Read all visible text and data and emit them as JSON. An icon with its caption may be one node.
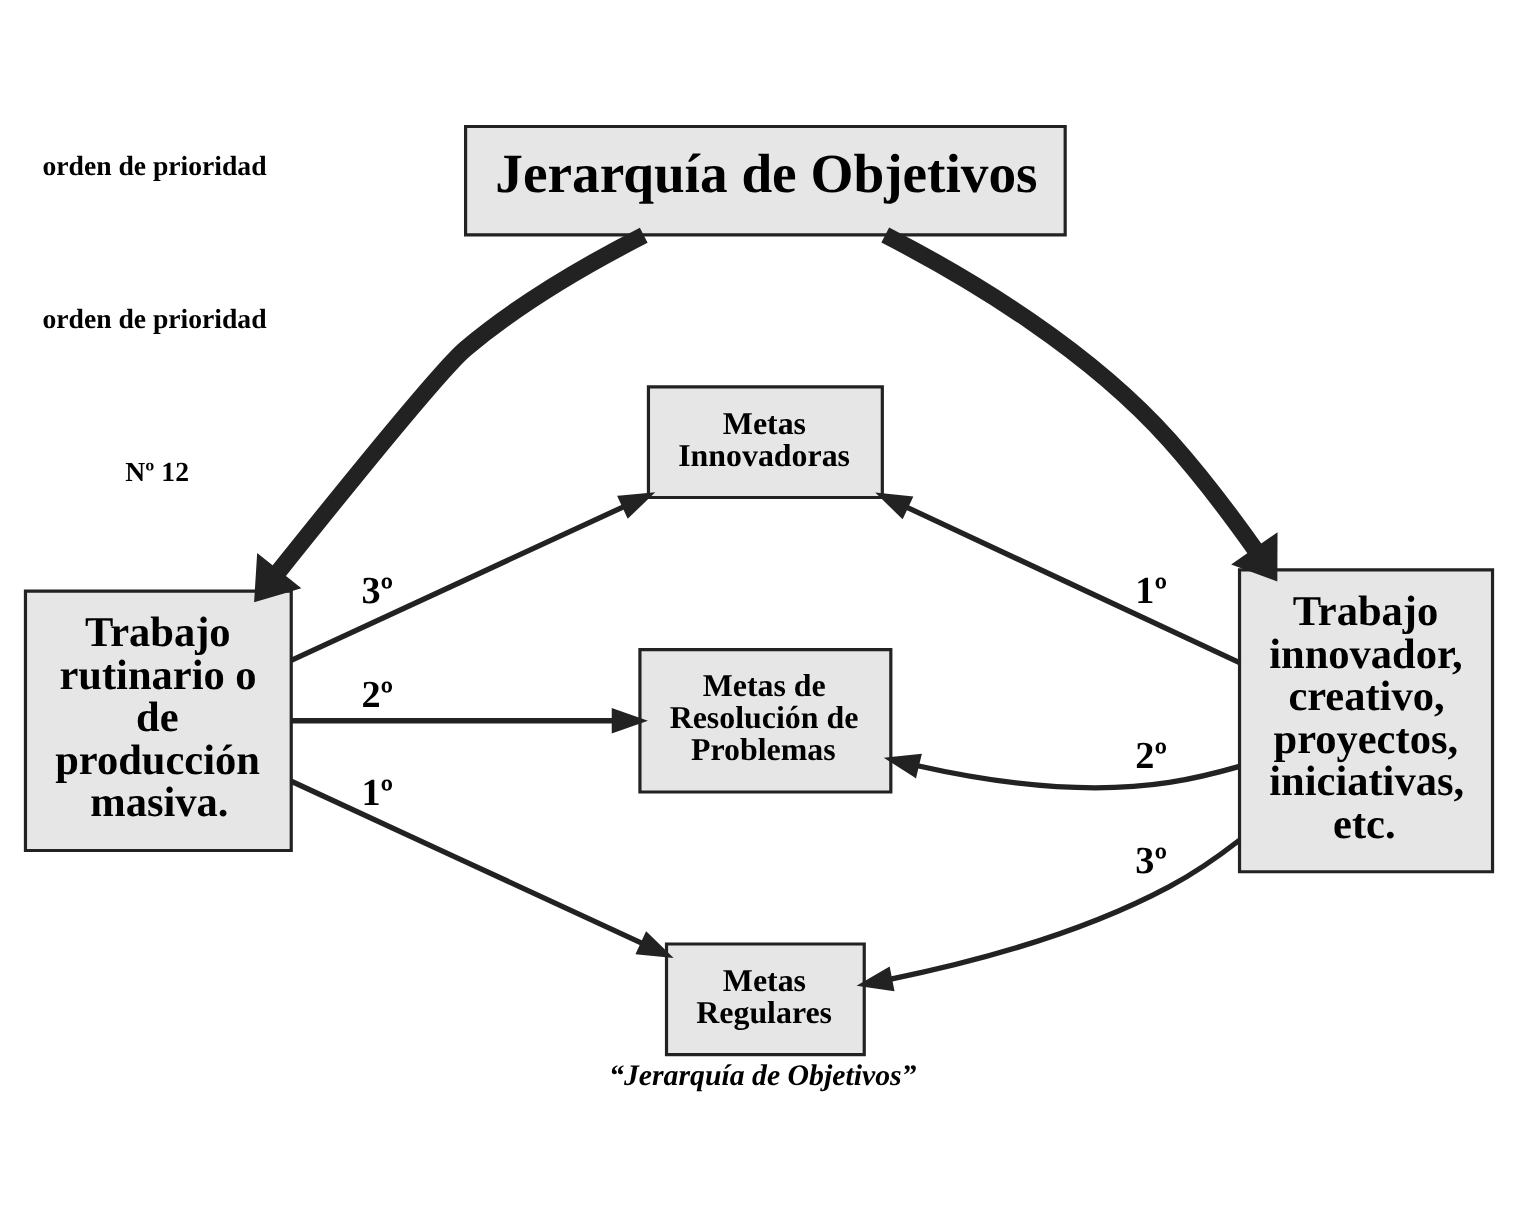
{
  "diagram": {
    "caption": "“Jerarquía de Objetivos”",
    "nodes": [
      {
        "text": [
          "Jerarquía de Objetivos"
        ]
      },
      {
        "text": [
          "Trabajo rutinario o de producción masiva."
        ]
      },
      {
        "text": [
          "Trabajo innovador, creativo, proyectos, iniciativas, etc."
        ]
      },
      {
        "text": [
          "Metas Innovadoras"
        ]
      },
      {
        "text": [
          "Metas de Resolución de Problemas"
        ]
      },
      {
        "text": [
          "Metas Regulares"
        ]
      }
    ],
    "edges": [
      {
        "from": 0,
        "to": 1,
        "arrow": "to",
        "style": "thick"
      },
      {
        "from": 0,
        "to": 2,
        "arrow": "to",
        "style": "thick"
      },
      {
        "from": 1,
        "to": 3,
        "arrow": "to",
        "label": "3º"
      },
      {
        "from": 2,
        "to": 3,
        "arrow": "to",
        "label": "1º"
      },
      {
        "from": 1,
        "to": 4,
        "arrow": "to",
        "label": "2º"
      },
      {
        "from": 2,
        "to": 4,
        "arrow": "to",
        "label": "2º"
      },
      {
        "from": 1,
        "to": 5,
        "arrow": "to",
        "label": "1º"
      },
      {
        "from": 2,
        "to": 5,
        "arrow": "to",
        "label": "3º"
      }
    ],
    "labels": [
      "Nº 12",
      "orden de prioridad",
      "orden de prioridad"
    ]
  }
}
